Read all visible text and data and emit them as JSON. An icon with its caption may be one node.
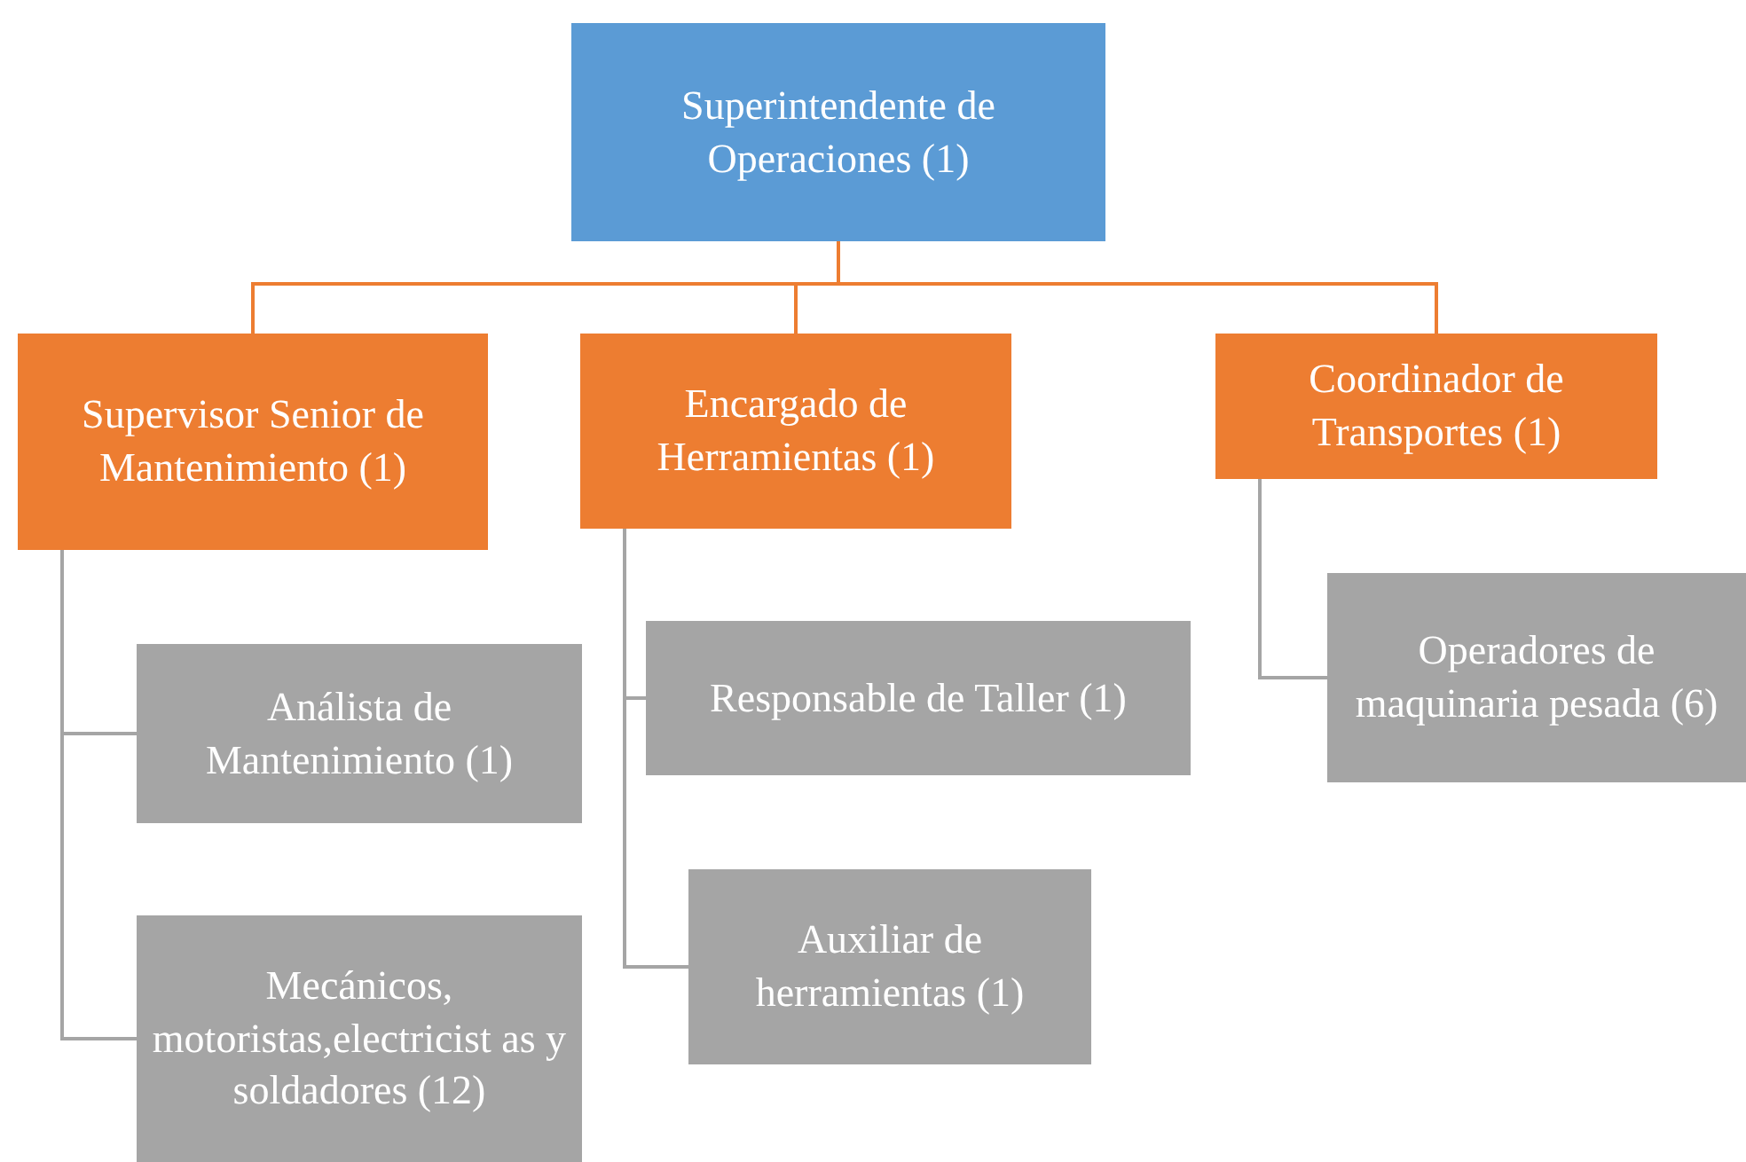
{
  "diagram": {
    "nodes": [
      {
        "text": [
          "Superintendente de Operaciones (1)"
        ]
      },
      {
        "text": [
          "Supervisor Senior de Mantenimiento (1)"
        ]
      },
      {
        "text": [
          "Encargado de Herramientas (1)"
        ]
      },
      {
        "text": [
          "Coordinador de Transportes (1)"
        ]
      },
      {
        "text": [
          "Análista de Mantenimiento (1)"
        ]
      },
      {
        "text": [
          "Mecánicos, motoristas,electricist as y soldadores (12)"
        ]
      },
      {
        "text": [
          "Responsable de Taller (1)"
        ]
      },
      {
        "text": [
          "Auxiliar de herramientas (1)"
        ]
      },
      {
        "text": [
          "Operadores de maquinaria pesada (6)"
        ]
      }
    ],
    "edges": [
      {
        "from": 0,
        "to": 1,
        "arrow": "none",
        "color": "#ed7d31"
      },
      {
        "from": 0,
        "to": 2,
        "arrow": "none",
        "color": "#ed7d31"
      },
      {
        "from": 0,
        "to": 3,
        "arrow": "none",
        "color": "#ed7d31"
      },
      {
        "from": 1,
        "to": 4,
        "arrow": "none"
      },
      {
        "from": 1,
        "to": 5,
        "arrow": "none"
      },
      {
        "from": 2,
        "to": 6,
        "arrow": "none"
      },
      {
        "from": 2,
        "to": 7,
        "arrow": "none"
      },
      {
        "from": 3,
        "to": 8,
        "arrow": "none"
      }
    ]
  }
}
